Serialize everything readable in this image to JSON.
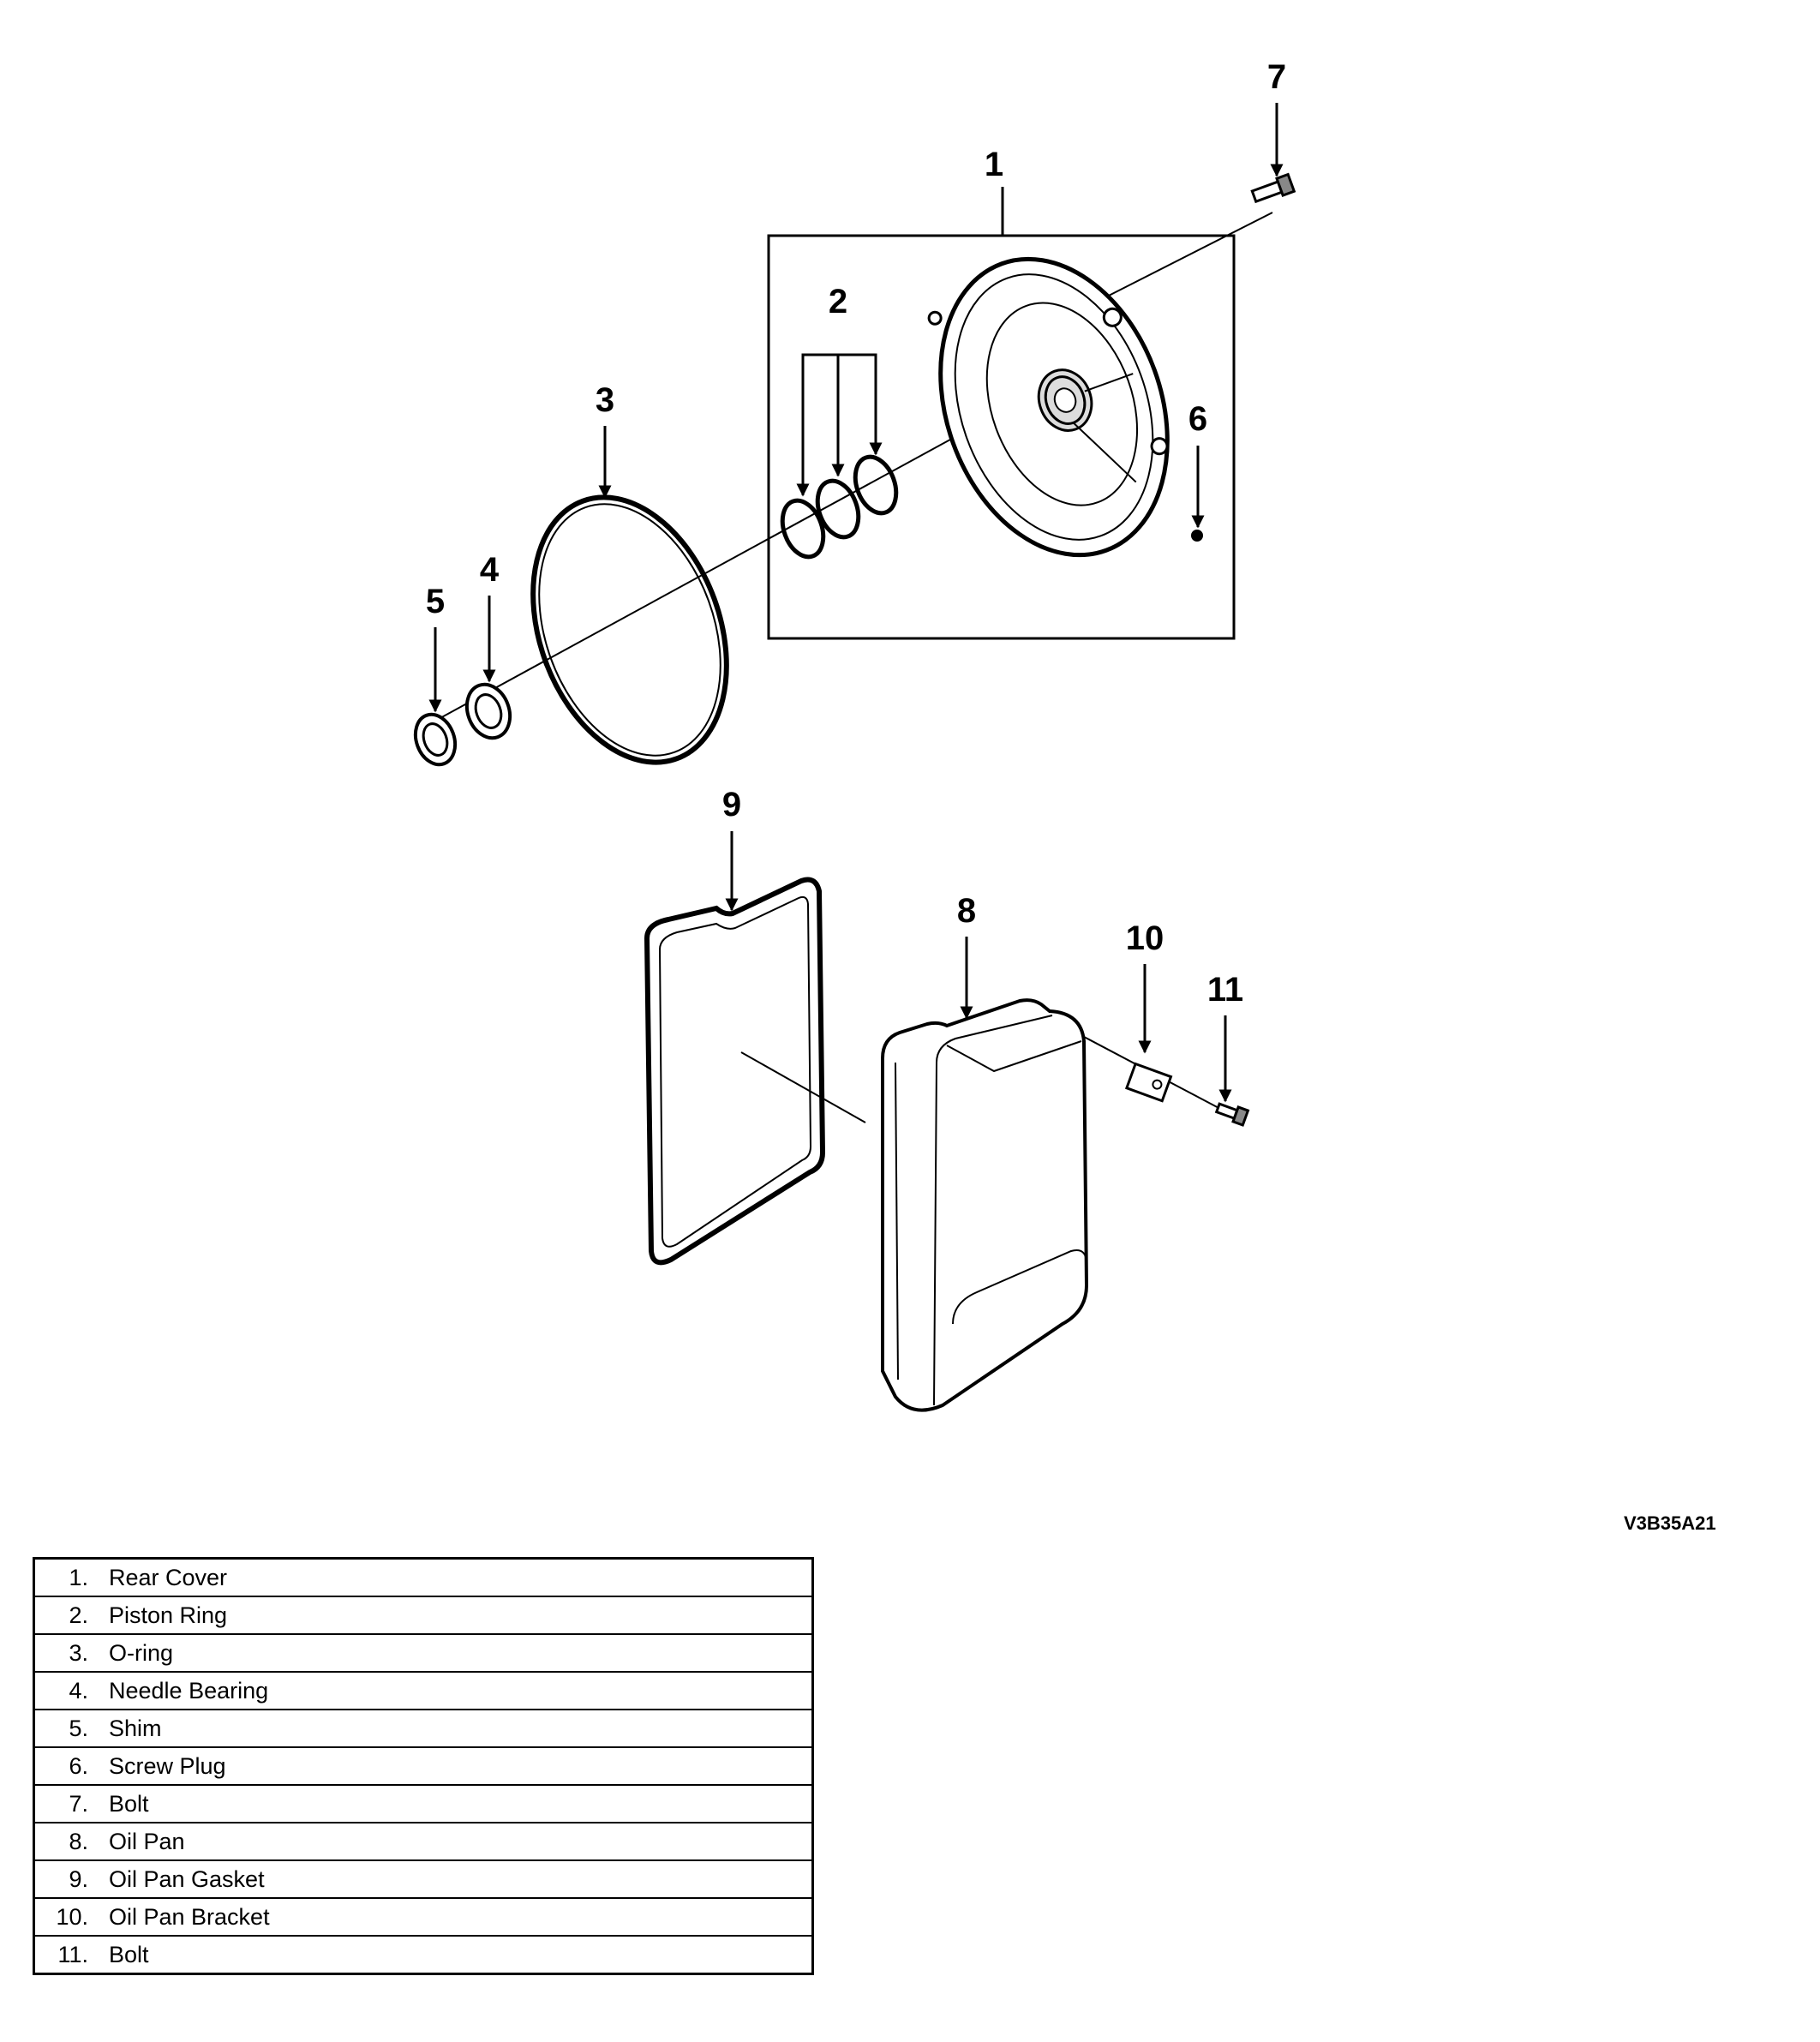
{
  "callouts": {
    "c1": "1",
    "c2": "2",
    "c3": "3",
    "c4": "4",
    "c5": "5",
    "c6": "6",
    "c7": "7",
    "c8": "8",
    "c9": "9",
    "c10": "10",
    "c11": "11"
  },
  "figure_code": "V3B35A21",
  "legend": [
    {
      "num": "1.",
      "name": "Rear Cover"
    },
    {
      "num": "2.",
      "name": "Piston Ring"
    },
    {
      "num": "3.",
      "name": "O-ring"
    },
    {
      "num": "4.",
      "name": "Needle Bearing"
    },
    {
      "num": "5.",
      "name": "Shim"
    },
    {
      "num": "6.",
      "name": "Screw Plug"
    },
    {
      "num": "7.",
      "name": "Bolt"
    },
    {
      "num": "8.",
      "name": "Oil Pan"
    },
    {
      "num": "9.",
      "name": "Oil Pan Gasket"
    },
    {
      "num": "10.",
      "name": "Oil Pan Bracket"
    },
    {
      "num": "11.",
      "name": "Bolt"
    }
  ]
}
